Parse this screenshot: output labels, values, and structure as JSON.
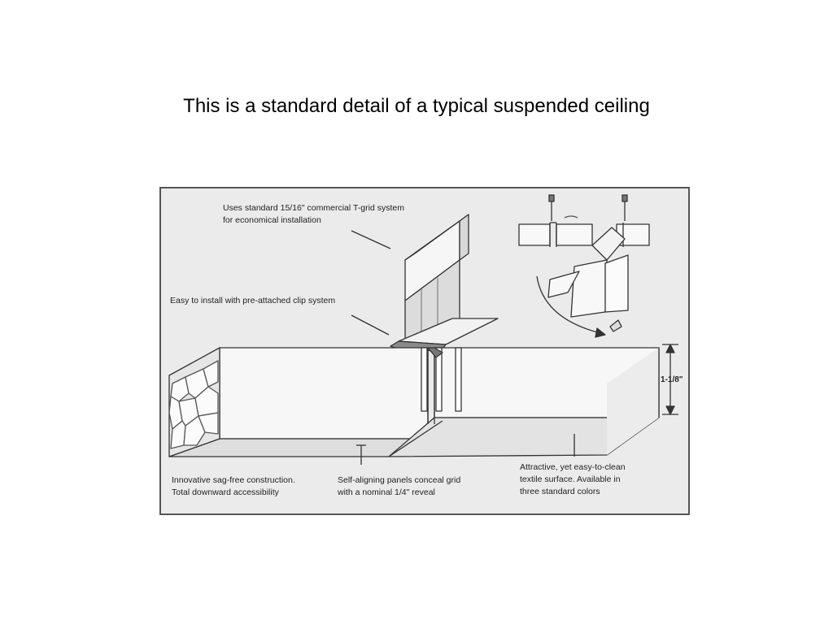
{
  "slide": {
    "title": "This is a standard detail of a typical suspended ceiling"
  },
  "figure": {
    "callouts": {
      "tgrid": [
        "Uses standard 15/16\" commercial T-grid system",
        "for economical installation"
      ],
      "clip": [
        "Easy to install with pre-attached clip system"
      ],
      "sagfree": [
        "Innovative sag-free construction.",
        "Total downward accessibility"
      ],
      "panels": [
        "Self-aligning panels conceal grid",
        "with a nominal 1/4\" reveal"
      ],
      "surface": [
        "Attractive, yet easy-to-clean",
        "textile surface. Available in",
        "three standard colors"
      ]
    },
    "dimension": "1-1/8\""
  }
}
